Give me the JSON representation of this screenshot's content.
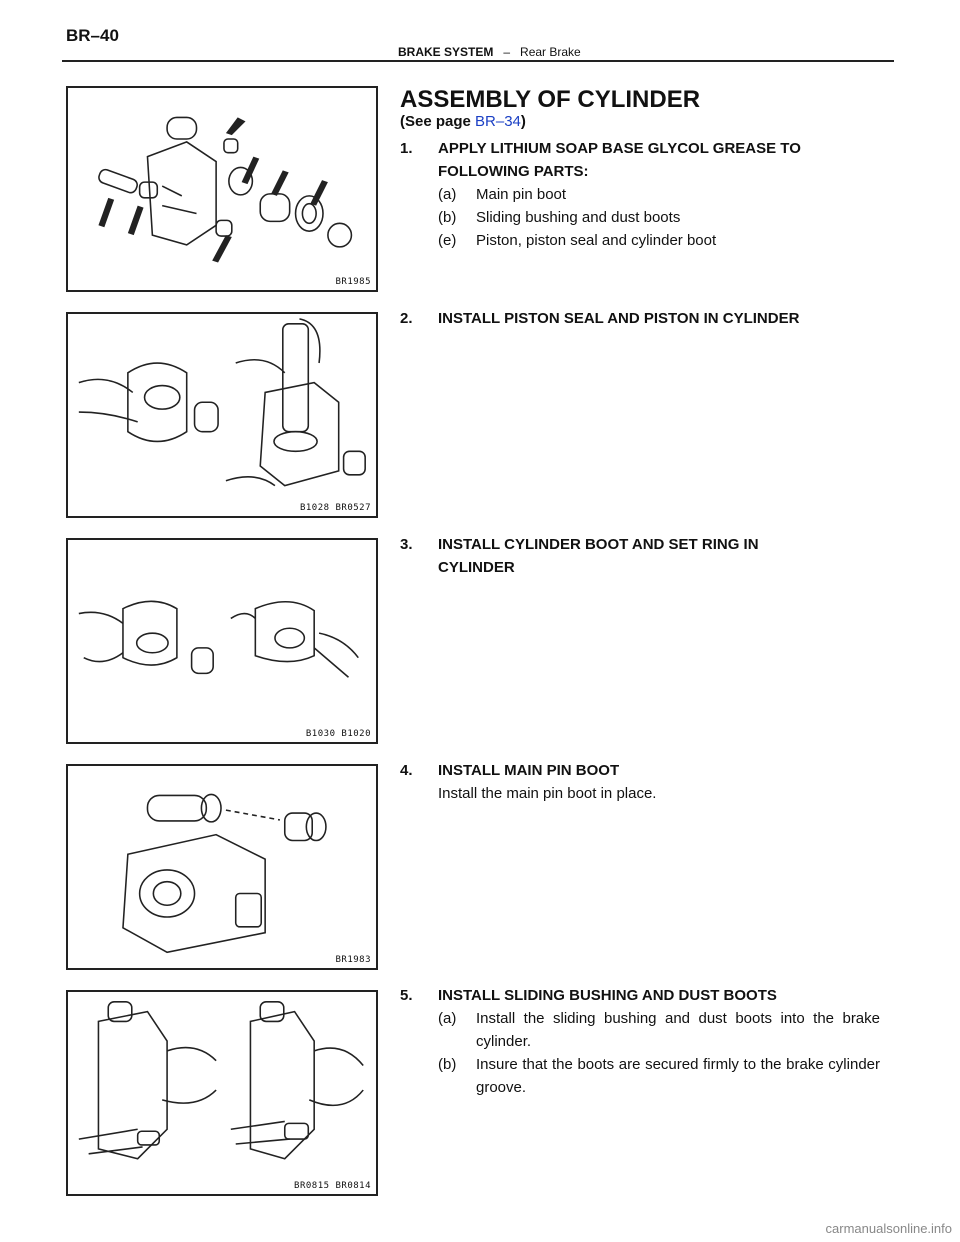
{
  "header": {
    "page_id": "BR–40",
    "section": "BRAKE SYSTEM",
    "separator": "–",
    "subsection": "Rear Brake"
  },
  "title": "ASSEMBLY OF CYLINDER",
  "reference": {
    "prefix": "(See page ",
    "link": "BR–34",
    "suffix": ")"
  },
  "steps": [
    {
      "num": "1.",
      "text": [
        "APPLY LITHIUM SOAP BASE GLYCOL GREASE TO",
        "FOLLOWING PARTS:"
      ],
      "subs": [
        {
          "num": "(a)",
          "text": "Main pin boot"
        },
        {
          "num": "(b)",
          "text": "Sliding bushing and dust boots"
        },
        {
          "num": "(e)",
          "text": "Piston, piston seal and cylinder boot"
        }
      ]
    },
    {
      "num": "2.",
      "text": [
        "INSTALL PISTON SEAL AND PISTON IN CYLINDER"
      ]
    },
    {
      "num": "3.",
      "text": [
        "INSTALL CYLINDER BOOT AND SET RING IN",
        "CYLINDER"
      ]
    },
    {
      "num": "4.",
      "text": [
        "INSTALL MAIN PIN BOOT"
      ],
      "note": "Install the main pin boot in place."
    },
    {
      "num": "5.",
      "text": [
        "INSTALL SLIDING BUSHING AND DUST BOOTS"
      ],
      "subs": [
        {
          "num": "(a)",
          "text": "Install the sliding bushing and dust boots into the brake cylinder."
        },
        {
          "num": "(b)",
          "text": "Insure that the boots are secured firmly to the brake cylinder groove."
        }
      ]
    }
  ],
  "figures": [
    {
      "code": "BR1985",
      "depicts": "exploded-caliper-with-arrows-icon"
    },
    {
      "code": "B1028  BR0527",
      "depicts": "hands-installing-piston-icon"
    },
    {
      "code": "B1030  B1020",
      "depicts": "hands-installing-boot-icon"
    },
    {
      "code": "BR1983",
      "depicts": "main-pin-boot-icon"
    },
    {
      "code": "BR0815  BR0814",
      "depicts": "hands-installing-bushing-icon"
    }
  ],
  "watermark": "carmanualsonline.info",
  "colors": {
    "link": "#1a3fc4",
    "ink": "#111111"
  }
}
